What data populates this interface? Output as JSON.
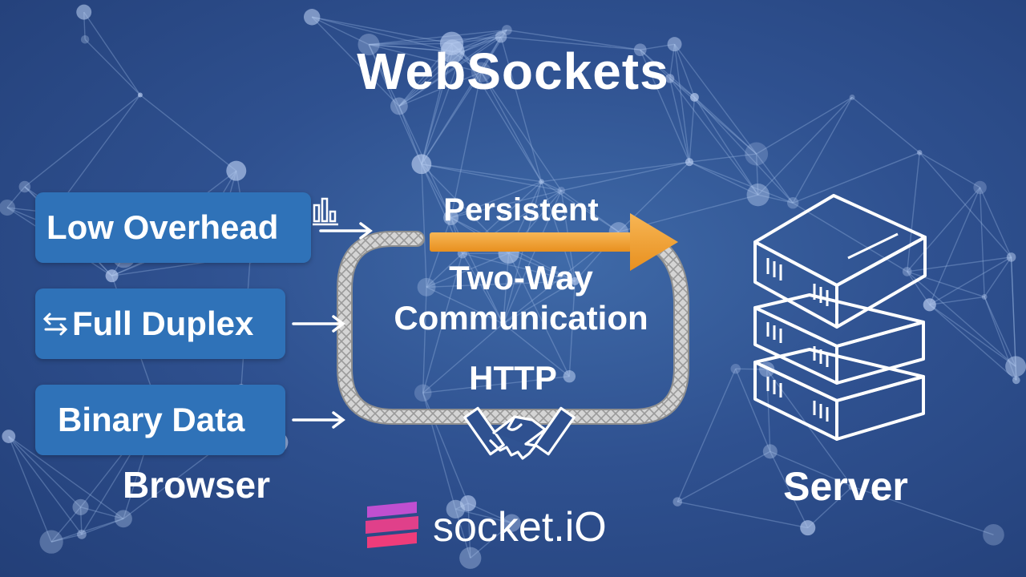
{
  "title": "WebSockets",
  "features": [
    {
      "label": "Low Overhead",
      "icon": "bar-chart-icon"
    },
    {
      "label": "Full Duplex",
      "icon": "swap-arrows-icon"
    },
    {
      "label": "Binary Data",
      "icon": ""
    }
  ],
  "channel": {
    "persistent": "Persistent",
    "two_way_line1": "Two-Way",
    "two_way_line2": "Communication",
    "http": "HTTP",
    "handshake_icon": "handshake-icon"
  },
  "browser_label": "Browser",
  "server_label": "Server",
  "server_icon": "server-stack-icon",
  "logo": {
    "text": "socket.iO",
    "icon": "socketio-logo-icon"
  },
  "colors": {
    "background": "#2f5190",
    "feature_box": "#2f72b8",
    "persistent_arrow": "#f2a33a",
    "rope": "#c9c9c9",
    "text": "#ffffff"
  }
}
